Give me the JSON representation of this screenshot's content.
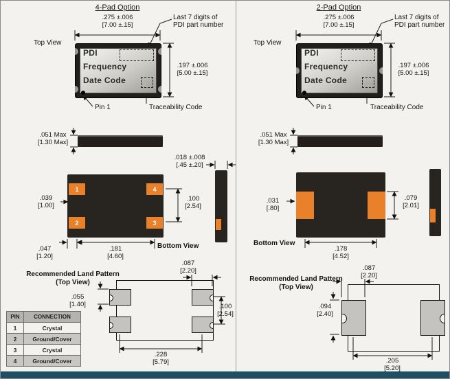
{
  "colors": {
    "pad_orange": "#e8812a",
    "footer_bar": "#1e4f63",
    "chip_body": "#221e1b",
    "land_pad_gray": "#c4c3bf"
  },
  "left": {
    "title": "4-Pad Option",
    "top_view_label": "Top View",
    "bottom_view_label": "Bottom View",
    "land_pattern_label_1": "Recommended Land Pattern",
    "land_pattern_label_2": "(Top View)",
    "chip_text": {
      "l1": "PDI",
      "l2": "Frequency",
      "l3": "Date Code"
    },
    "pin1_label": "Pin 1",
    "traceability_label": "Traceability Code",
    "callout_l1": "Last 7 digits of",
    "callout_l2": "PDI part number",
    "pads": {
      "tl": "1",
      "tr": "4",
      "bl": "2",
      "br": "3"
    },
    "dims": {
      "body_width_in": ".275 ±.006",
      "body_width_mm": "[7.00 ±.15]",
      "body_height_in": ".197 ±.006",
      "body_height_mm": "[5.00 ±.15]",
      "max_height_in": ".051 Max",
      "max_height_mm": "[1.30 Max]",
      "pad_thickness_in": ".018 ±.008",
      "pad_thickness_mm": "[.45 ±.20]",
      "pad_width_in": ".039",
      "pad_width_mm": "[1.00]",
      "pad_pitch_v_in": ".100",
      "pad_pitch_v_mm": "[2.54]",
      "pad_edge_in": ".047",
      "pad_edge_mm": "[1.20]",
      "pad_pitch_h_in": ".181",
      "pad_pitch_h_mm": "[4.60]",
      "land_pad_w_in": ".087",
      "land_pad_w_mm": "[2.20]",
      "land_pad_h_in": ".055",
      "land_pad_h_mm": "[1.40]",
      "land_pitch_v_in": ".100",
      "land_pitch_v_mm": "[2.54]",
      "land_pitch_h_in": ".228",
      "land_pitch_h_mm": "[5.79]"
    }
  },
  "right": {
    "title": "2-Pad Option",
    "top_view_label": "Top View",
    "bottom_view_label": "Bottom View",
    "land_pattern_label_1": "Recommended Land Pattern",
    "land_pattern_label_2": "(Top View)",
    "chip_text": {
      "l1": "PDI",
      "l2": "Frequency",
      "l3": "Date Code"
    },
    "pin1_label": "Pin 1",
    "traceability_label": "Traceability Code",
    "callout_l1": "Last 7 digits of",
    "callout_l2": "PDI part number",
    "dims": {
      "body_width_in": ".275 ±.006",
      "body_width_mm": "[7.00 ±.15]",
      "body_height_in": ".197 ±.006",
      "body_height_mm": "[5.00 ±.15]",
      "max_height_in": ".051 Max",
      "max_height_mm": "[1.30 Max]",
      "pad_width_in": ".031",
      "pad_width_mm": "[.80]",
      "pad_height_in": ".079",
      "pad_height_mm": "[2.01]",
      "pad_pitch_in": ".178",
      "pad_pitch_mm": "[4.52]",
      "land_pad_w_in": ".087",
      "land_pad_w_mm": "[2.20]",
      "land_pad_h_in": ".094",
      "land_pad_h_mm": "[2.40]",
      "land_pitch_in": ".205",
      "land_pitch_mm": "[5.20]"
    }
  },
  "pin_table": {
    "headers": [
      "PIN",
      "CONNECTION"
    ],
    "rows": [
      [
        "1",
        "Crystal"
      ],
      [
        "2",
        "Ground/Cover"
      ],
      [
        "3",
        "Crystal"
      ],
      [
        "4",
        "Ground/Cover"
      ]
    ]
  }
}
